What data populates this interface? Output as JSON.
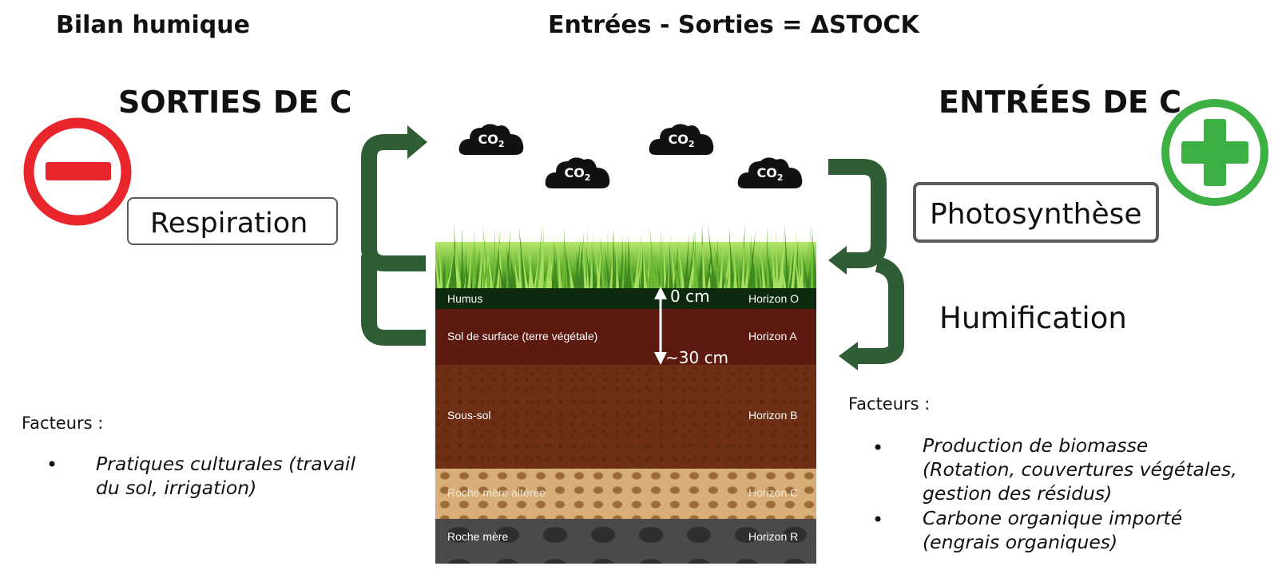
{
  "header": {
    "left_title": "Bilan humique",
    "center_title": "Entrées - Sorties = ΔSTOCK"
  },
  "outputs": {
    "heading": "SORTIES DE C",
    "icon": "minus-icon",
    "color": "#e8262c",
    "process": "Respiration",
    "factors_label": "Facteurs :",
    "factors": [
      [
        "Pratiques culturales (travail",
        "du sol, irrigation)"
      ]
    ]
  },
  "inputs": {
    "heading": "ENTRÉES DE C",
    "icon": "plus-icon",
    "color": "#3cb043",
    "process_1": "Photosynthèse",
    "process_2": "Humification",
    "factors_label": "Facteurs :",
    "factors": [
      [
        "Production de biomasse",
        "(Rotation, couvertures végétales,",
        "gestion des résidus)"
      ],
      [
        "Carbone organique importé",
        "(engrais organiques)"
      ]
    ]
  },
  "clouds": {
    "label": "CO",
    "subscript": "2"
  },
  "arrow_color": "#2f5e36",
  "soil": {
    "layers": [
      {
        "name": "Humus",
        "horizon": "Horizon O",
        "color": "#0d2a0e"
      },
      {
        "name": "Sol de surface (terre végétale)",
        "horizon": "Horizon A",
        "color": "#5c1a10"
      },
      {
        "name": "Sous-sol",
        "horizon": "Horizon B",
        "color": "#6e2f14"
      },
      {
        "name": "Roche mère altérée",
        "horizon": "Horizon C",
        "color": "#c69a63"
      },
      {
        "name": "Roche mère",
        "horizon": "Horizon R",
        "color": "#4a4a4a"
      }
    ],
    "depth_top": "0 cm",
    "depth_bottom": "~30 cm"
  }
}
